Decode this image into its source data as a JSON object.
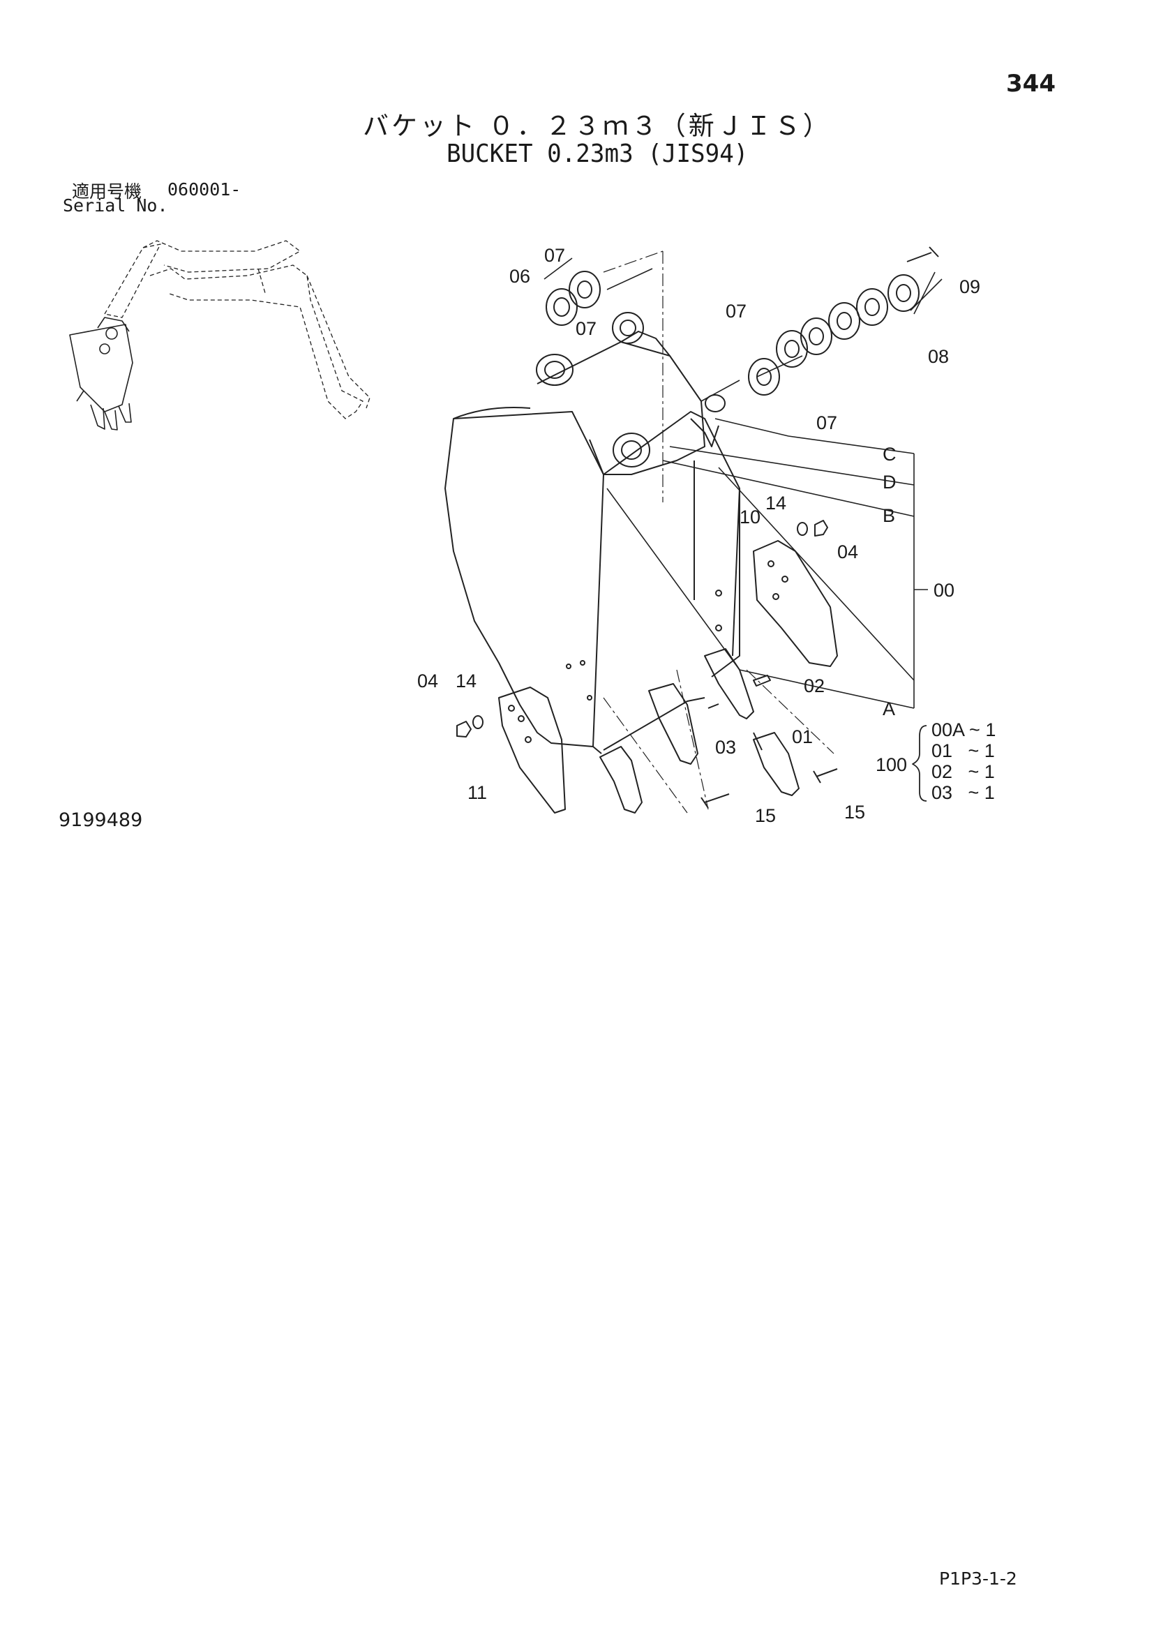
{
  "page_number": "344",
  "title_jp": "バケット ０．２３ｍ３（新ＪＩＳ）",
  "title_en": "BUCKET 0.23m3 (JIS94)",
  "serial": {
    "label_jp": "適用号機",
    "value": "060001-",
    "label_en": "Serial No."
  },
  "drawing_number": "9199489",
  "sheet_code": "P1P3-1-2",
  "callouts": {
    "c07a": "07",
    "c06": "06",
    "c07b": "07",
    "c09": "09",
    "c07c": "07",
    "c08": "08",
    "c07d": "07",
    "cC": "C",
    "cD": "D",
    "cB": "B",
    "c14a": "14",
    "c10": "10",
    "c04a": "04",
    "c00": "00",
    "c04b": "04",
    "c14b": "14",
    "c02": "02",
    "cA": "A",
    "c03": "03",
    "c01": "01",
    "c11": "11",
    "c15a": "15",
    "c15b": "15"
  },
  "kit": {
    "number": "100",
    "items": [
      "00A ~ 1",
      "01   ~ 1",
      "02   ~ 1",
      "03   ~ 1"
    ]
  }
}
